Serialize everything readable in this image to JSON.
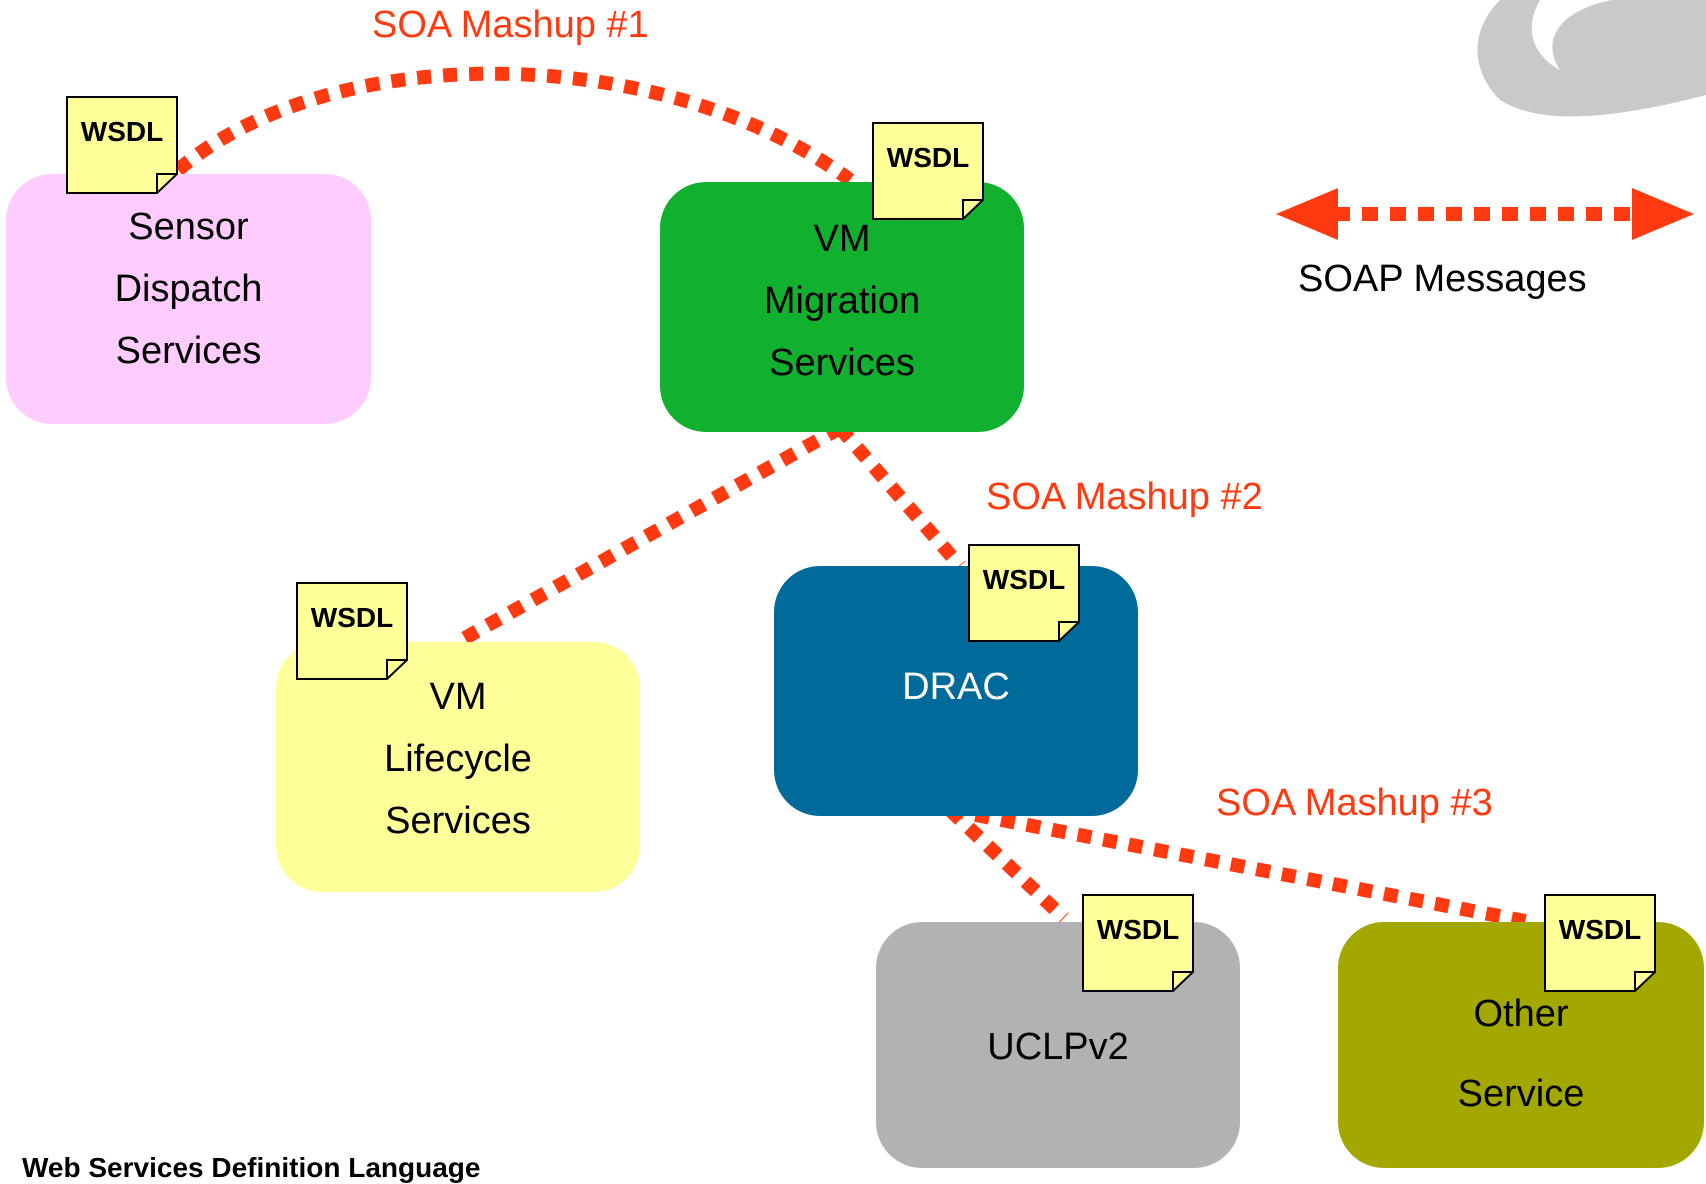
{
  "mashups": {
    "m1": "SOA Mashup #1",
    "m2": "SOA Mashup #2",
    "m3": "SOA Mashup #3"
  },
  "legend": {
    "label": "SOAP Messages"
  },
  "wsdl_label": "WSDL",
  "services": {
    "sensor": {
      "lines": [
        "Sensor",
        "Dispatch",
        "Services"
      ]
    },
    "migration": {
      "lines": [
        "VM",
        "Migration",
        "Services"
      ]
    },
    "lifecycle": {
      "lines": [
        "VM",
        "Lifecycle",
        "Services"
      ]
    },
    "drac": {
      "lines": [
        "DRAC"
      ]
    },
    "uclp": {
      "lines": [
        "UCLPv2"
      ]
    },
    "other": {
      "lines": [
        "Other",
        "Service"
      ]
    }
  },
  "footer": "Web Services Definition Language",
  "colors": {
    "sensor": "#ffccff",
    "migration": "#11b12f",
    "lifecycle": "#ffff99",
    "drac": "#006a9b",
    "uclp": "#b2b2b2",
    "other": "#a2a800",
    "message": "#ff3a10",
    "note": "#ffff99"
  }
}
